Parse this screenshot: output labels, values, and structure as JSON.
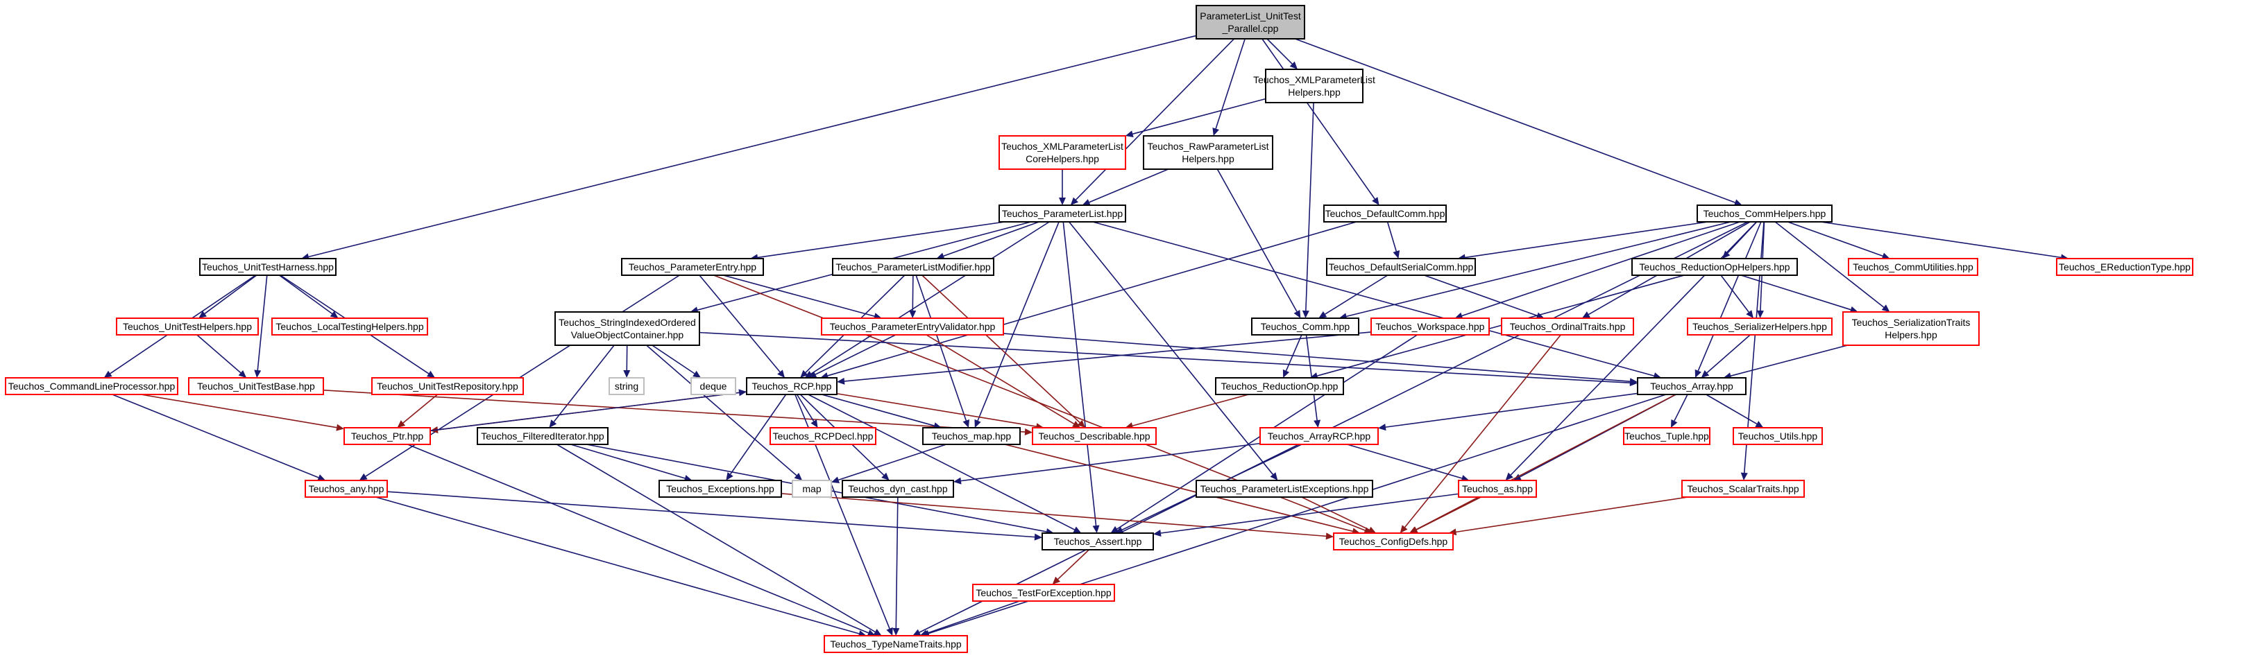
{
  "graph": {
    "nodes": [
      {
        "id": "root",
        "lines": [
          "ParameterList_UnitTest",
          "_Parallel.cpp"
        ],
        "style": "root"
      },
      {
        "id": "xmlhelp",
        "lines": [
          "Teuchos_XMLParameterList",
          "Helpers.hpp"
        ],
        "style": "black"
      },
      {
        "id": "xmlcore",
        "lines": [
          "Teuchos_XMLParameterList",
          "CoreHelpers.hpp"
        ],
        "style": "red"
      },
      {
        "id": "rawplh",
        "lines": [
          "Teuchos_RawParameterList",
          "Helpers.hpp"
        ],
        "style": "black"
      },
      {
        "id": "plist",
        "lines": [
          "Teuchos_ParameterList.hpp"
        ],
        "style": "black"
      },
      {
        "id": "defcomm",
        "lines": [
          "Teuchos_DefaultComm.hpp"
        ],
        "style": "black"
      },
      {
        "id": "commhelp",
        "lines": [
          "Teuchos_CommHelpers.hpp"
        ],
        "style": "black"
      },
      {
        "id": "harness",
        "lines": [
          "Teuchos_UnitTestHarness.hpp"
        ],
        "style": "black"
      },
      {
        "id": "pentry",
        "lines": [
          "Teuchos_ParameterEntry.hpp"
        ],
        "style": "black"
      },
      {
        "id": "plmod",
        "lines": [
          "Teuchos_ParameterListModifier.hpp"
        ],
        "style": "black"
      },
      {
        "id": "defserial",
        "lines": [
          "Teuchos_DefaultSerialComm.hpp"
        ],
        "style": "black"
      },
      {
        "id": "redophelp",
        "lines": [
          "Teuchos_ReductionOpHelpers.hpp"
        ],
        "style": "black"
      },
      {
        "id": "commutil",
        "lines": [
          "Teuchos_CommUtilities.hpp"
        ],
        "style": "red"
      },
      {
        "id": "ereduct",
        "lines": [
          "Teuchos_EReductionType.hpp"
        ],
        "style": "red"
      },
      {
        "id": "uthelpers",
        "lines": [
          "Teuchos_UnitTestHelpers.hpp"
        ],
        "style": "red"
      },
      {
        "id": "localtest",
        "lines": [
          "Teuchos_LocalTestingHelpers.hpp"
        ],
        "style": "red"
      },
      {
        "id": "sivo",
        "lines": [
          "Teuchos_StringIndexedOrdered",
          "ValueObjectContainer.hpp"
        ],
        "style": "black"
      },
      {
        "id": "pev",
        "lines": [
          "Teuchos_ParameterEntryValidator.hpp"
        ],
        "style": "red"
      },
      {
        "id": "comm",
        "lines": [
          "Teuchos_Comm.hpp"
        ],
        "style": "black"
      },
      {
        "id": "workspace",
        "lines": [
          "Teuchos_Workspace.hpp"
        ],
        "style": "red"
      },
      {
        "id": "ordinal",
        "lines": [
          "Teuchos_OrdinalTraits.hpp"
        ],
        "style": "red"
      },
      {
        "id": "serhelp",
        "lines": [
          "Teuchos_SerializerHelpers.hpp"
        ],
        "style": "red"
      },
      {
        "id": "sertraits",
        "lines": [
          "Teuchos_SerializationTraits",
          "Helpers.hpp"
        ],
        "style": "red"
      },
      {
        "id": "cmdline",
        "lines": [
          "Teuchos_CommandLineProcessor.hpp"
        ],
        "style": "red"
      },
      {
        "id": "utbase",
        "lines": [
          "Teuchos_UnitTestBase.hpp"
        ],
        "style": "red"
      },
      {
        "id": "utrepo",
        "lines": [
          "Teuchos_UnitTestRepository.hpp"
        ],
        "style": "red"
      },
      {
        "id": "string",
        "lines": [
          "string"
        ],
        "style": "gray"
      },
      {
        "id": "deque",
        "lines": [
          "deque"
        ],
        "style": "gray"
      },
      {
        "id": "rcp",
        "lines": [
          "Teuchos_RCP.hpp"
        ],
        "style": "black"
      },
      {
        "id": "redop",
        "lines": [
          "Teuchos_ReductionOp.hpp"
        ],
        "style": "black"
      },
      {
        "id": "array",
        "lines": [
          "Teuchos_Array.hpp"
        ],
        "style": "black"
      },
      {
        "id": "ptr",
        "lines": [
          "Teuchos_Ptr.hpp"
        ],
        "style": "red"
      },
      {
        "id": "filtit",
        "lines": [
          "Teuchos_FilteredIterator.hpp"
        ],
        "style": "black"
      },
      {
        "id": "rcpdecl",
        "lines": [
          "Teuchos_RCPDecl.hpp"
        ],
        "style": "red"
      },
      {
        "id": "map",
        "lines": [
          "Teuchos_map.hpp"
        ],
        "style": "black"
      },
      {
        "id": "describ",
        "lines": [
          "Teuchos_Describable.hpp"
        ],
        "style": "red"
      },
      {
        "id": "arcp",
        "lines": [
          "Teuchos_ArrayRCP.hpp"
        ],
        "style": "red"
      },
      {
        "id": "tuple",
        "lines": [
          "Teuchos_Tuple.hpp"
        ],
        "style": "red"
      },
      {
        "id": "utils",
        "lines": [
          "Teuchos_Utils.hpp"
        ],
        "style": "red"
      },
      {
        "id": "any",
        "lines": [
          "Teuchos_any.hpp"
        ],
        "style": "red"
      },
      {
        "id": "except",
        "lines": [
          "Teuchos_Exceptions.hpp"
        ],
        "style": "black"
      },
      {
        "id": "stdmap",
        "lines": [
          "map"
        ],
        "style": "gray"
      },
      {
        "id": "dyncast",
        "lines": [
          "Teuchos_dyn_cast.hpp"
        ],
        "style": "black"
      },
      {
        "id": "plexcept",
        "lines": [
          "Teuchos_ParameterListExceptions.hpp"
        ],
        "style": "black"
      },
      {
        "id": "as",
        "lines": [
          "Teuchos_as.hpp"
        ],
        "style": "red"
      },
      {
        "id": "scalar",
        "lines": [
          "Teuchos_ScalarTraits.hpp"
        ],
        "style": "red"
      },
      {
        "id": "assert",
        "lines": [
          "Teuchos_Assert.hpp"
        ],
        "style": "black"
      },
      {
        "id": "config",
        "lines": [
          "Teuchos_ConfigDefs.hpp"
        ],
        "style": "red"
      },
      {
        "id": "testforexc",
        "lines": [
          "Teuchos_TestForException.hpp"
        ],
        "style": "red"
      },
      {
        "id": "typename",
        "lines": [
          "Teuchos_TypeNameTraits.hpp"
        ],
        "style": "red"
      }
    ],
    "edges": [
      [
        "root",
        "xmlhelp"
      ],
      [
        "root",
        "rawplh"
      ],
      [
        "root",
        "plist"
      ],
      [
        "root",
        "defcomm"
      ],
      [
        "root",
        "commhelp"
      ],
      [
        "root",
        "harness"
      ],
      [
        "xmlhelp",
        "xmlcore"
      ],
      [
        "xmlhelp",
        "comm"
      ],
      [
        "xmlcore",
        "plist"
      ],
      [
        "rawplh",
        "plist"
      ],
      [
        "rawplh",
        "comm"
      ],
      [
        "defcomm",
        "defserial"
      ],
      [
        "defcomm",
        "rcp"
      ],
      [
        "plist",
        "pentry"
      ],
      [
        "plist",
        "plmod"
      ],
      [
        "plist",
        "sivo"
      ],
      [
        "plist",
        "rcp"
      ],
      [
        "plist",
        "map"
      ],
      [
        "plist",
        "array"
      ],
      [
        "plist",
        "plexcept"
      ],
      [
        "plist",
        "assert"
      ],
      [
        "commhelp",
        "defserial"
      ],
      [
        "commhelp",
        "comm"
      ],
      [
        "commhelp",
        "redophelp"
      ],
      [
        "commhelp",
        "commutil"
      ],
      [
        "commhelp",
        "ereduct"
      ],
      [
        "commhelp",
        "workspace"
      ],
      [
        "commhelp",
        "ordinal"
      ],
      [
        "commhelp",
        "serhelp"
      ],
      [
        "commhelp",
        "sertraits"
      ],
      [
        "commhelp",
        "array"
      ],
      [
        "commhelp",
        "as"
      ],
      [
        "commhelp",
        "scalar"
      ],
      [
        "commhelp",
        "typename"
      ],
      [
        "harness",
        "uthelpers"
      ],
      [
        "harness",
        "localtest"
      ],
      [
        "harness",
        "utbase"
      ],
      [
        "harness",
        "utrepo"
      ],
      [
        "harness",
        "cmdline"
      ],
      [
        "pentry",
        "pev"
      ],
      [
        "pentry",
        "rcp"
      ],
      [
        "pentry",
        "any"
      ],
      [
        "pentry",
        "config"
      ],
      [
        "plmod",
        "pev"
      ],
      [
        "plmod",
        "rcp"
      ],
      [
        "plmod",
        "map"
      ],
      [
        "plmod",
        "describ"
      ],
      [
        "defserial",
        "comm"
      ],
      [
        "defserial",
        "ordinal"
      ],
      [
        "redophelp",
        "redop"
      ],
      [
        "redophelp",
        "serhelp"
      ],
      [
        "redophelp",
        "sertraits"
      ],
      [
        "uthelpers",
        "utbase"
      ],
      [
        "sivo",
        "string"
      ],
      [
        "sivo",
        "deque"
      ],
      [
        "sivo",
        "filtit"
      ],
      [
        "sivo",
        "stdmap"
      ],
      [
        "sivo",
        "array"
      ],
      [
        "pev",
        "rcp"
      ],
      [
        "pev",
        "describ"
      ],
      [
        "pev",
        "array"
      ],
      [
        "comm",
        "redop"
      ],
      [
        "comm",
        "arcp"
      ],
      [
        "workspace",
        "rcp"
      ],
      [
        "workspace",
        "assert"
      ],
      [
        "ordinal",
        "config"
      ],
      [
        "serhelp",
        "array"
      ],
      [
        "sertraits",
        "array"
      ],
      [
        "cmdline",
        "ptr"
      ],
      [
        "cmdline",
        "any"
      ],
      [
        "utbase",
        "describ"
      ],
      [
        "utrepo",
        "ptr"
      ],
      [
        "rcp",
        "ptr"
      ],
      [
        "rcp",
        "rcpdecl"
      ],
      [
        "rcp",
        "map"
      ],
      [
        "rcp",
        "describ"
      ],
      [
        "rcp",
        "except"
      ],
      [
        "rcp",
        "dyncast"
      ],
      [
        "rcp",
        "assert"
      ],
      [
        "rcp",
        "typename"
      ],
      [
        "redop",
        "describ"
      ],
      [
        "array",
        "arcp"
      ],
      [
        "array",
        "tuple"
      ],
      [
        "array",
        "utils"
      ],
      [
        "array",
        "as"
      ],
      [
        "array",
        "config"
      ],
      [
        "array",
        "typename"
      ],
      [
        "ptr",
        "rcp"
      ],
      [
        "ptr",
        "typename"
      ],
      [
        "filtit",
        "except"
      ],
      [
        "filtit",
        "assert"
      ],
      [
        "filtit",
        "typename"
      ],
      [
        "map",
        "stdmap"
      ],
      [
        "map",
        "config"
      ],
      [
        "arcp",
        "dyncast"
      ],
      [
        "arcp",
        "as"
      ],
      [
        "arcp",
        "assert"
      ],
      [
        "any",
        "assert"
      ],
      [
        "any",
        "typename"
      ],
      [
        "except",
        "config"
      ],
      [
        "dyncast",
        "typename"
      ],
      [
        "plexcept",
        "config"
      ],
      [
        "as",
        "assert"
      ],
      [
        "as",
        "config"
      ],
      [
        "scalar",
        "config"
      ],
      [
        "assert",
        "testforexc"
      ],
      [
        "testforexc",
        "typename"
      ]
    ]
  }
}
